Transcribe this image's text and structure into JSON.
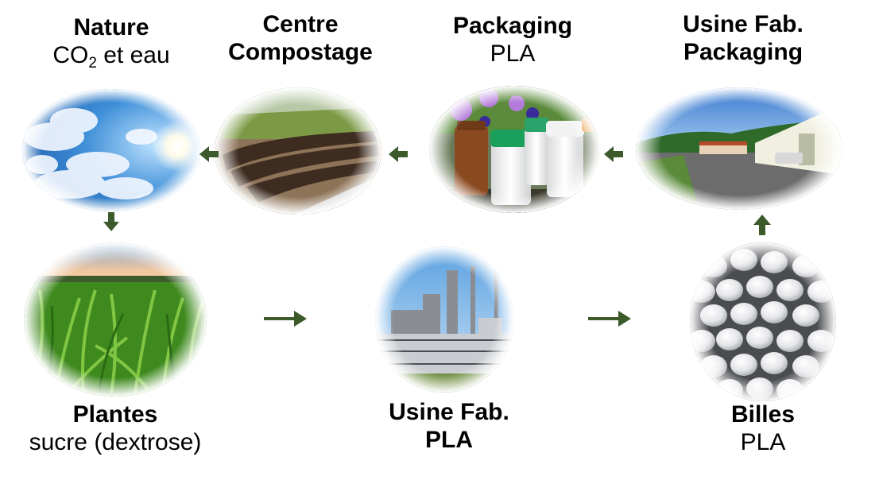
{
  "nodes": {
    "nature": {
      "title": "Nature",
      "subtitle_pre": "CO",
      "subtitle_sub": "2",
      "subtitle_post": " et eau",
      "image": "sky-with-sun"
    },
    "compost": {
      "title_line1": "Centre",
      "title_line2": "Compostage",
      "image": "compost-rows"
    },
    "packaging": {
      "title": "Packaging",
      "subtitle": "PLA",
      "image": "pla-bottles-with-flowers"
    },
    "usine_packaging": {
      "title_line1": "Usine Fab.",
      "title_line2": "Packaging",
      "image": "factory-building"
    },
    "plantes": {
      "title": "Plantes",
      "subtitle": "sucre (dextrose)",
      "image": "corn-field"
    },
    "usine_pla": {
      "title_line1": "Usine Fab.",
      "title_line2": "PLA",
      "image": "chemical-plant"
    },
    "billes": {
      "title": "Billes",
      "subtitle": "PLA",
      "image": "pla-pellets"
    }
  },
  "colors": {
    "arrow": "#3d5a2a",
    "text": "#000000"
  }
}
